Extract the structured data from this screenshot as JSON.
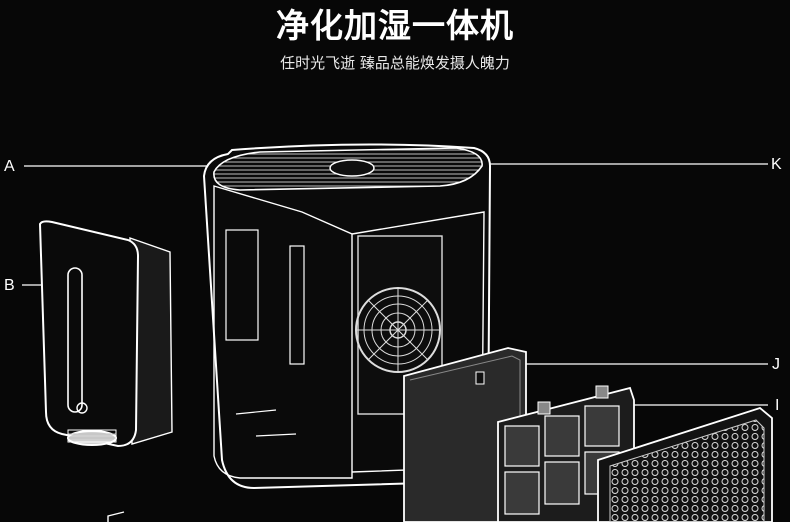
{
  "header": {
    "title": "净化加湿一体机",
    "subtitle": "任时光飞逝 臻品总能焕发摄人魄力"
  },
  "callouts": {
    "a": "A",
    "b": "B",
    "i": "I",
    "j": "J",
    "k": "K"
  },
  "colors": {
    "background": "#070707",
    "line": "#ffffff",
    "filter_dark": "#2a2a2a"
  }
}
